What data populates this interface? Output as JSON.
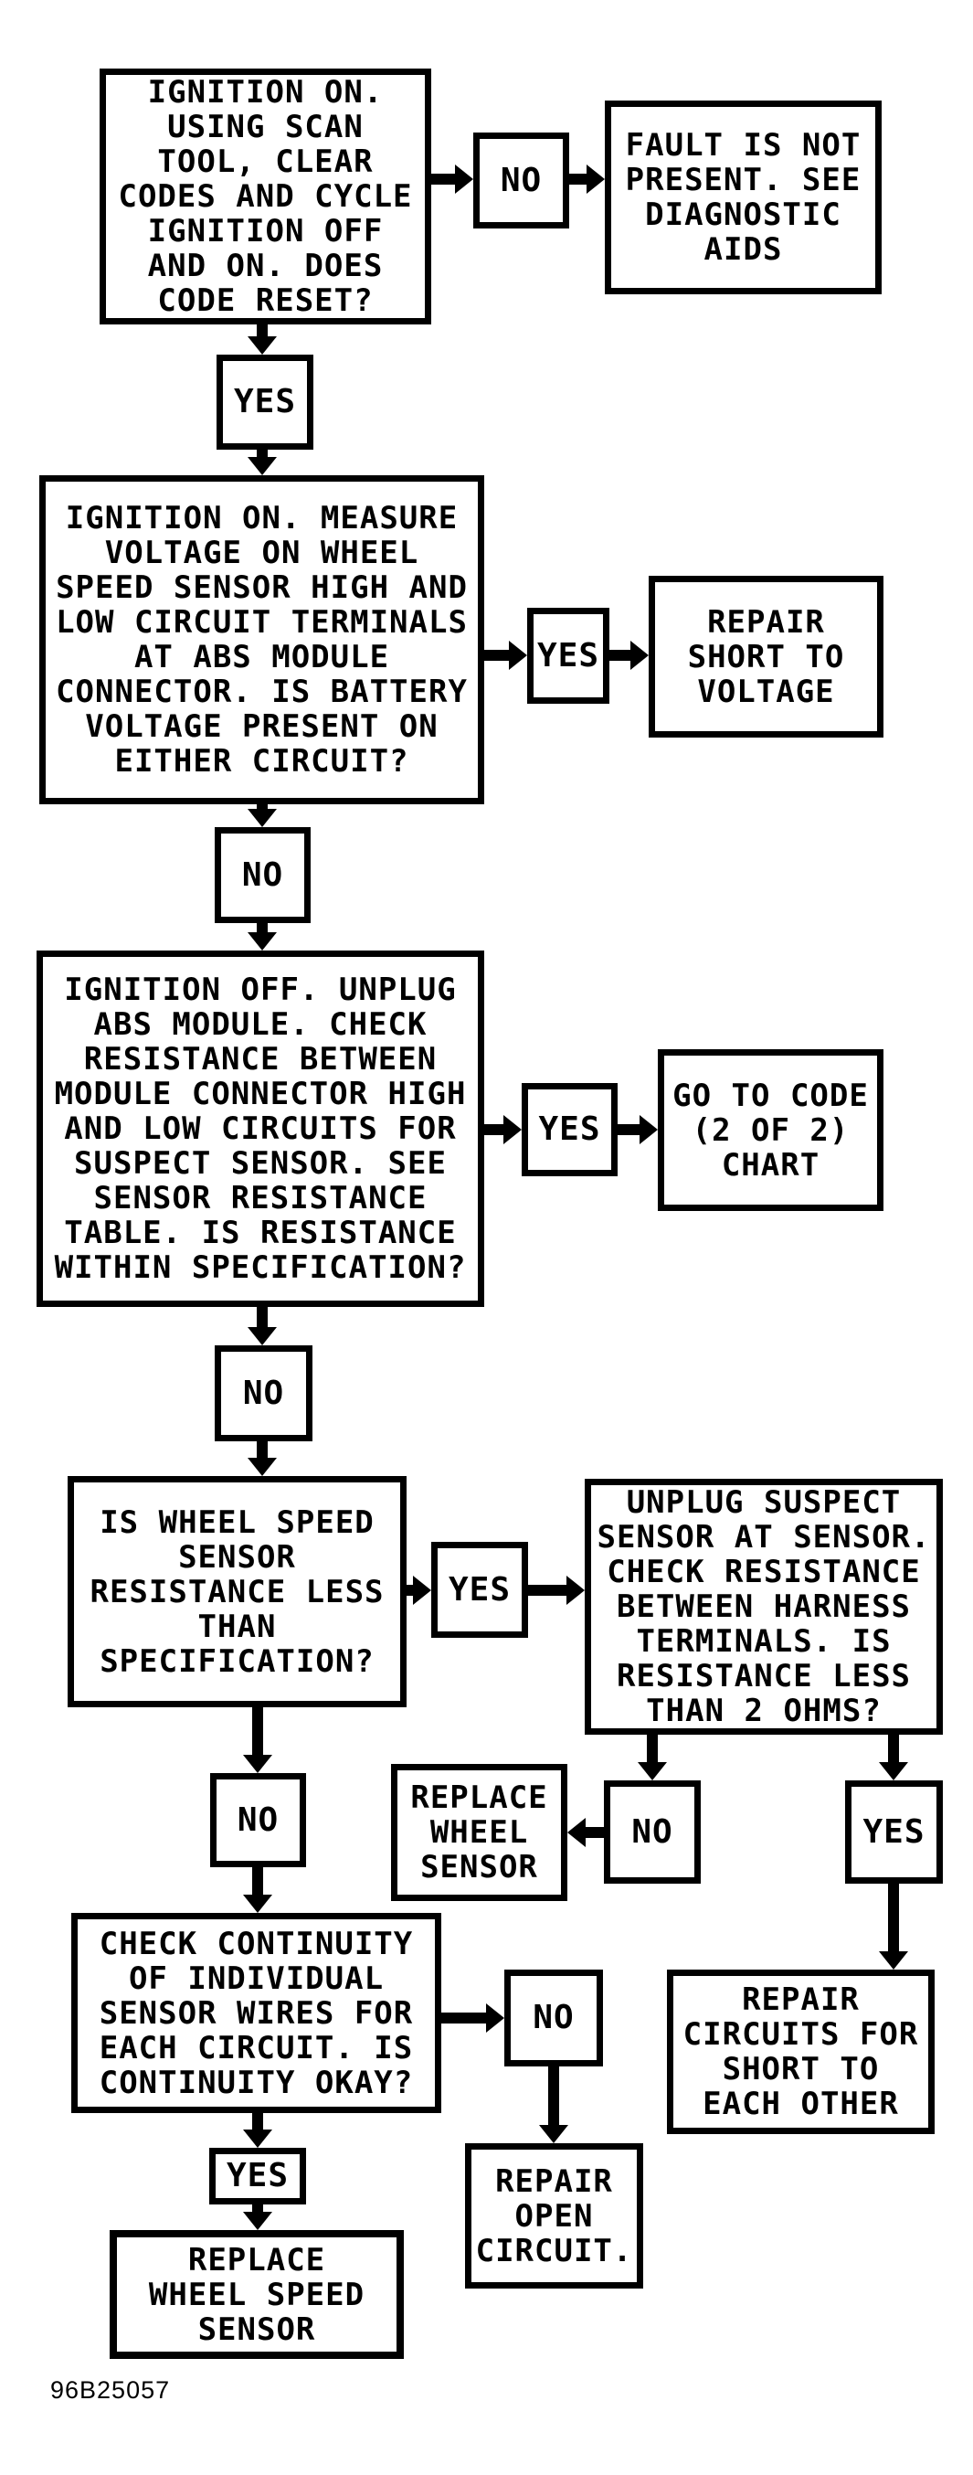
{
  "flowchart": {
    "footer_code": "96B25057",
    "nodes": {
      "q1": "IGNITION ON.\nUSING SCAN\nTOOL, CLEAR\nCODES AND CYCLE\nIGNITION OFF\nAND ON. DOES\nCODE RESET?",
      "no1": "NO",
      "fault_not_present": "FAULT IS NOT\nPRESENT. SEE\nDIAGNOSTIC\nAIDS",
      "yes1": "YES",
      "q2": "IGNITION ON. MEASURE\nVOLTAGE ON WHEEL\nSPEED SENSOR HIGH AND\nLOW CIRCUIT TERMINALS\nAT ABS MODULE\nCONNECTOR. IS BATTERY\nVOLTAGE PRESENT ON\nEITHER CIRCUIT?",
      "yes2": "YES",
      "repair_short_voltage": "REPAIR\nSHORT TO\nVOLTAGE",
      "no2": "NO",
      "q3": "IGNITION OFF. UNPLUG\nABS MODULE. CHECK\nRESISTANCE BETWEEN\nMODULE CONNECTOR HIGH\nAND LOW CIRCUITS FOR\nSUSPECT SENSOR. SEE\nSENSOR RESISTANCE\nTABLE. IS RESISTANCE\nWITHIN SPECIFICATION?",
      "yes_code": "YES",
      "go_to_code": "GO TO CODE\n(2 OF 2)\nCHART",
      "no3": "NO",
      "q4": "IS WHEEL SPEED\nSENSOR\nRESISTANCE LESS\nTHAN\nSPECIFICATION?",
      "yes3": "YES",
      "q5": "UNPLUG SUSPECT\nSENSOR AT SENSOR.\nCHECK RESISTANCE\nBETWEEN HARNESS\nTERMINALS. IS\nRESISTANCE LESS\nTHAN 2 OHMS?",
      "replace_wheel_sensor": "REPLACE\nWHEEL\nSENSOR",
      "no4": "NO",
      "yes4": "YES",
      "repair_circuits_short": "REPAIR\nCIRCUITS FOR\nSHORT TO\nEACH OTHER",
      "no_q4": "NO",
      "q6": "CHECK CONTINUITY\nOF INDIVIDUAL\nSENSOR WIRES FOR\nEACH CIRCUIT. IS\nCONTINUITY OKAY?",
      "no5": "NO",
      "repair_open_circuit": "REPAIR\nOPEN\nCIRCUIT.",
      "yes5": "YES",
      "replace_wheel_speed_sensor": "REPLACE\nWHEEL SPEED\nSENSOR"
    },
    "edges": [
      "q1 -> no1",
      "no1 -> fault_not_present",
      "q1 -> yes1",
      "yes1 -> q2",
      "q2 -> yes2",
      "yes2 -> repair_short_voltage",
      "q2 -> no2",
      "no2 -> q3",
      "q3 -> yes_code",
      "yes_code -> go_to_code",
      "q3 -> no3",
      "no3 -> q4",
      "q4 -> yes3",
      "yes3 -> q5",
      "q5 -> no4",
      "no4 -> replace_wheel_sensor",
      "q5 -> yes4",
      "yes4 -> repair_circuits_short",
      "q4 -> no_q4",
      "no_q4 -> q6",
      "q6 -> no5",
      "no5 -> repair_open_circuit",
      "q6 -> yes5",
      "yes5 -> replace_wheel_speed_sensor"
    ]
  }
}
